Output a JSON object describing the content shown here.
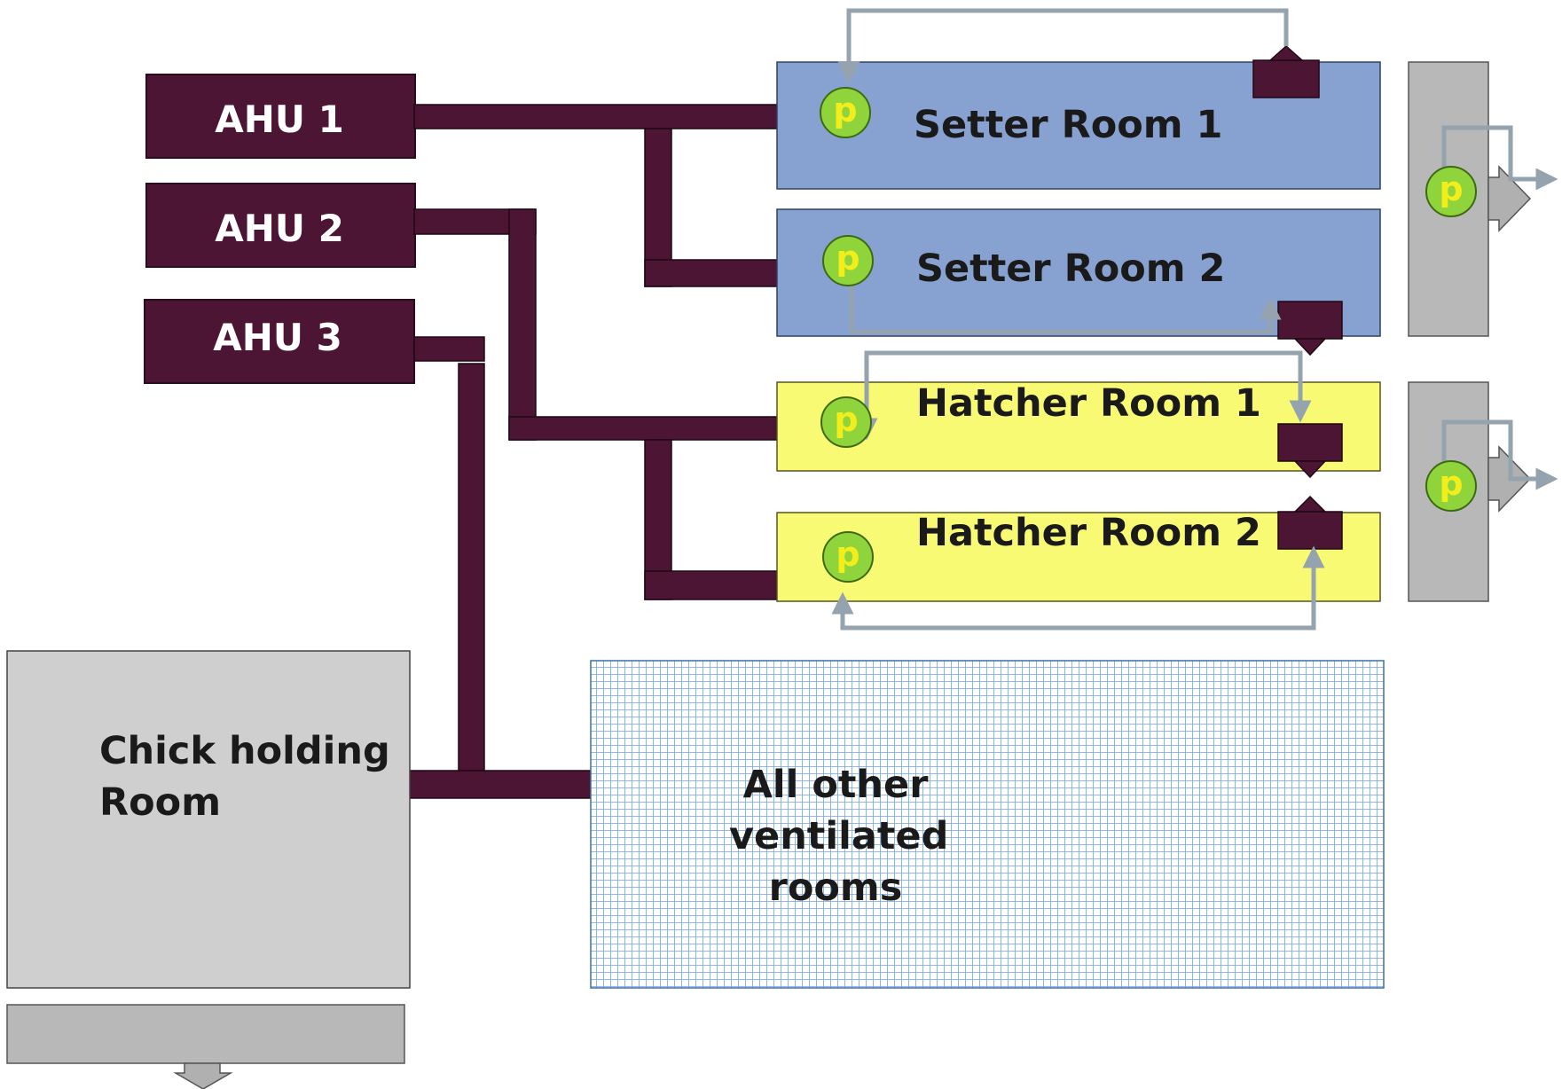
{
  "ahus": [
    {
      "label": "AHU 1"
    },
    {
      "label": "AHU 2"
    },
    {
      "label": "AHU 3"
    }
  ],
  "rooms": {
    "setter1": "Setter Room 1",
    "setter2": "Setter Room 2",
    "hatcher1": "Hatcher Room 1",
    "hatcher2": "Hatcher Room 2",
    "chick_holding": "Chick holding Room",
    "other": "All other ventilated rooms"
  },
  "pressure_sensor_label": "p",
  "colors": {
    "ahu": "#4d1534",
    "duct": "#4d1534",
    "setter_room": "#87a2d1",
    "hatcher_room": "#f9fa74",
    "plenum": "#b8b8b8",
    "chick_room": "#cfcfcf",
    "other_rooms_grid": "#7fb0e8",
    "sensor": "#8fd43a",
    "sensor_text": "#f2ee1c",
    "flow_arrow": "#94a3ad"
  }
}
